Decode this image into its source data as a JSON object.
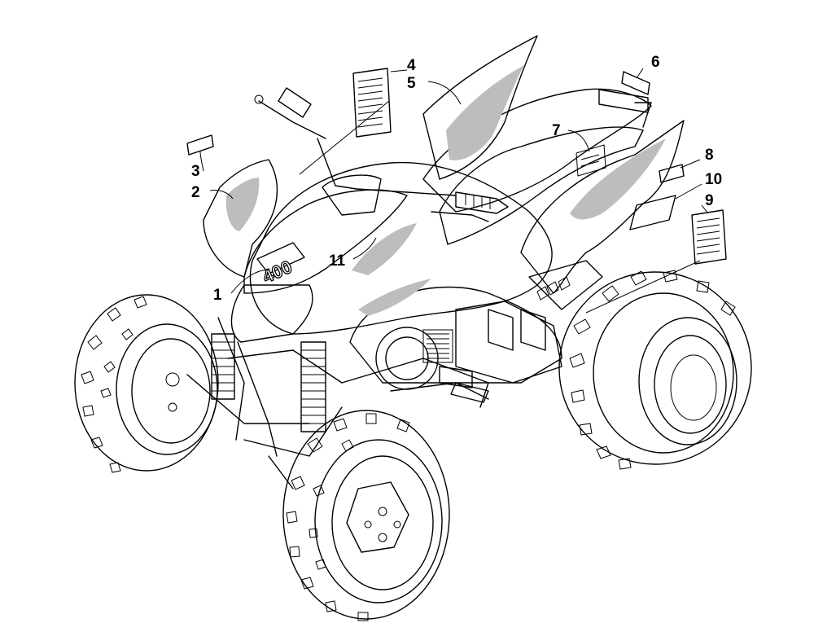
{
  "diagram": {
    "callouts": [
      {
        "id": "c1",
        "label": "1"
      },
      {
        "id": "c2",
        "label": "2"
      },
      {
        "id": "c3",
        "label": "3"
      },
      {
        "id": "c4",
        "label": "4"
      },
      {
        "id": "c5",
        "label": "5"
      },
      {
        "id": "c6",
        "label": "6"
      },
      {
        "id": "c7",
        "label": "7"
      },
      {
        "id": "c8",
        "label": "8"
      },
      {
        "id": "c9",
        "label": "9"
      },
      {
        "id": "c10",
        "label": "10"
      },
      {
        "id": "c11",
        "label": "11"
      }
    ],
    "logo_text": "400"
  }
}
